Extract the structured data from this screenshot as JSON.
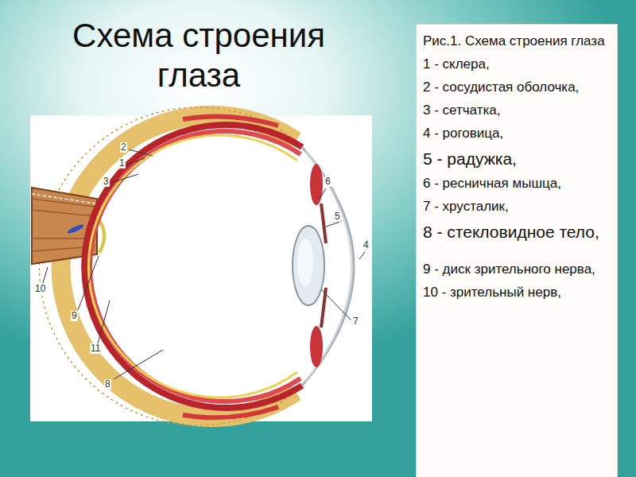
{
  "diagram": {
    "title": "Схема строения глаза",
    "nodes": [
      {
        "text": [
          "Рис.1. Схема строения глаза",
          "1 - склера,",
          "2 - сосудистая оболочка,",
          "3 - сетчатка,",
          "4 - роговица,",
          "5 - радужка,",
          "6 - ресничная мышца,",
          "7 - хрусталик,",
          "8 - стекловидное тело,",
          "9 - диск зрительного нерва,",
          "10 - зрительный нерв,"
        ]
      }
    ],
    "labels": [
      "2",
      "1",
      "3",
      "6",
      "5",
      "4",
      "7",
      "8",
      "9",
      "10",
      "11"
    ]
  }
}
